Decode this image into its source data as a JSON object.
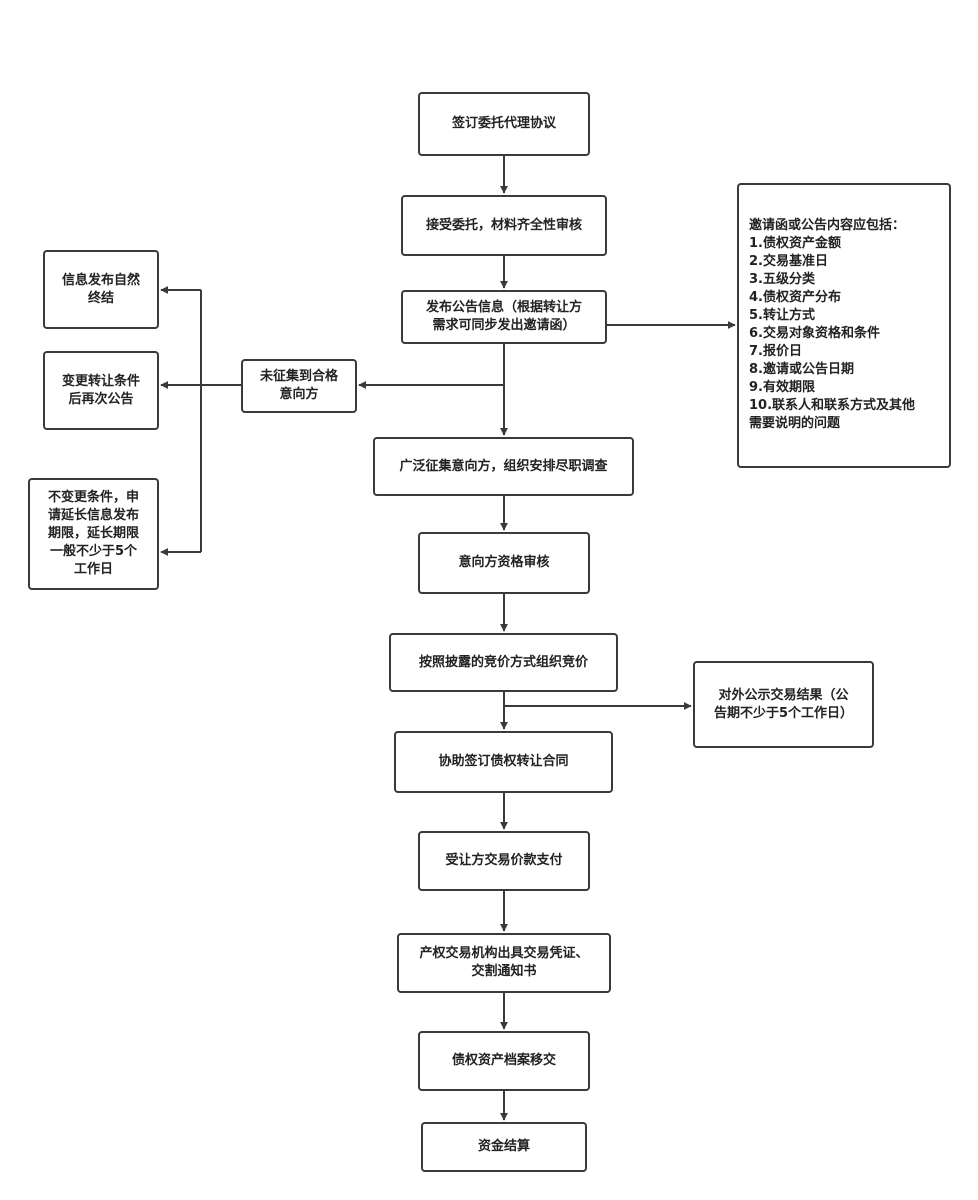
{
  "main_flow": [
    {
      "id": "sign",
      "text": "签订委托代理协议"
    },
    {
      "id": "accept",
      "text": "接受委托，材料齐全性审核"
    },
    {
      "id": "publish",
      "line1": "发布公告信息（根据转让方",
      "line2": "需求可同步发出邀请函）"
    },
    {
      "id": "collect",
      "text": "广泛征集意向方，组织安排尽职调查"
    },
    {
      "id": "qualify",
      "text": "意向方资格审核"
    },
    {
      "id": "bid",
      "text": "按照披露的竞价方式组织竞价"
    },
    {
      "id": "contract",
      "text": "协助签订债权转让合同"
    },
    {
      "id": "pay",
      "text": "受让方交易价款支付"
    },
    {
      "id": "certificate",
      "line1": "产权交易机构出具交易凭证、",
      "line2": "交割通知书"
    },
    {
      "id": "archive",
      "text": "债权资产档案移交"
    },
    {
      "id": "settle",
      "text": "资金结算"
    }
  ],
  "no_qualified": {
    "line1": "未征集到合格",
    "line2": "意向方"
  },
  "outcomes": [
    {
      "id": "end",
      "line1": "信息发布自然",
      "line2": "终结"
    },
    {
      "id": "change",
      "line1": "变更转让条件",
      "line2": "后再次公告"
    },
    {
      "id": "extend",
      "lines": [
        "不变更条件，申",
        "请延长信息发布",
        "期限，延长期限",
        "一般不少于5个",
        "工作日"
      ]
    }
  ],
  "invitation": {
    "title": "邀请函或公告内容应包括：",
    "items": [
      "1.债权资产金额",
      "2.交易基准日",
      "3.五级分类",
      "4.债权资产分布",
      "5.转让方式",
      "6.交易对象资格和条件",
      "7.报价日",
      "8.邀请或公告日期",
      "9.有效期限",
      "10.联系人和联系方式及其他",
      "需要说明的问题"
    ]
  },
  "publicize": {
    "line1": "对外公示交易结果（公",
    "line2": "告期不少于5个工作日）"
  },
  "colors": {
    "stroke": "#3a3a3a",
    "text": "#222222",
    "background": "#ffffff"
  }
}
